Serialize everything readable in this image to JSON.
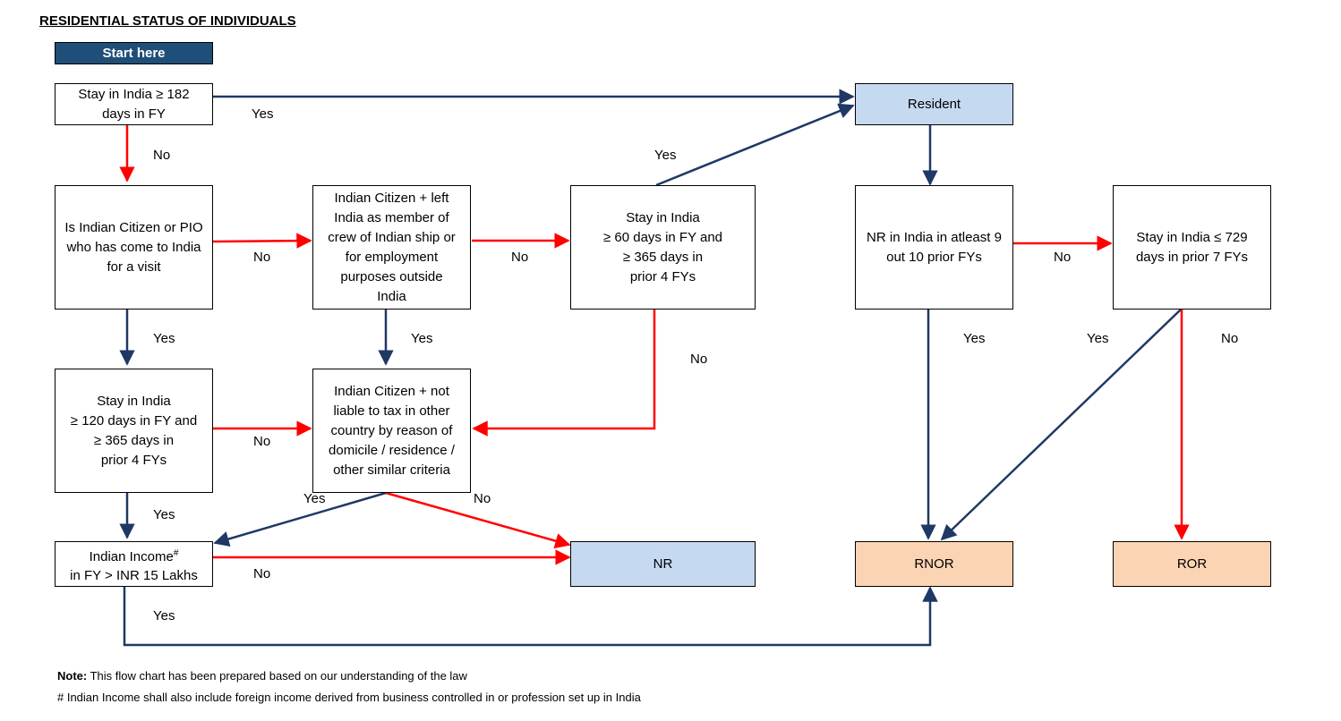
{
  "title": "RESIDENTIAL STATUS OF INDIVIDUALS",
  "start": "Start here",
  "nodes": {
    "stay182": "Stay in India ≥ 182\ndays in FY",
    "citizen_pio": "Is Indian Citizen or PIO\nwho has come to India\nfor a visit",
    "crew": "Indian Citizen + left\nIndia as member of\ncrew of Indian ship or\nfor employment\npurposes outside\nIndia",
    "stay60": "Stay in India\n≥ 60 days in FY and\n≥ 365 days in\nprior 4 FYs",
    "stay120": "Stay in India\n≥ 120 days in FY and\n≥ 365 days in\nprior 4 FYs",
    "not_liable": "Indian Citizen + not\nliable to tax in other\ncountry by reason of\ndomicile / residence /\nother similar criteria",
    "income_main": "Indian Income",
    "income_sup": "#",
    "income_rest": "in FY > INR 15 Lakhs",
    "resident": "Resident",
    "nr9": "NR in India in atleast 9\nout 10 prior FYs",
    "stay729": "Stay in India ≤ 729\ndays in prior 7 FYs",
    "nr": "NR",
    "rnor": "RNOR",
    "ror": "ROR"
  },
  "edge_labels": {
    "stay182_yes": "Yes",
    "stay182_no": "No",
    "pio_no": "No",
    "crew_no": "No",
    "stay60_yes": "Yes",
    "pio_yes": "Yes",
    "crew_yes": "Yes",
    "stay60_no": "No",
    "stay120_no": "No",
    "stay120_yes": "Yes",
    "liable_yes": "Yes",
    "liable_no": "No",
    "income_no": "No",
    "income_yes": "Yes",
    "nr9_no": "No",
    "nr9_yes": "Yes",
    "stay729_yes": "Yes",
    "stay729_no": "No"
  },
  "notes": {
    "note_label": "Note:",
    "note_text": " This flow chart has been prepared based on our understanding of the law",
    "footnote": "# Indian Income shall also include foreign income derived from business controlled in or profession set up in India"
  },
  "colors": {
    "yes_arrow": "#1f3864",
    "no_arrow": "#ff0000",
    "start_fill": "#1f4e79",
    "result_blue": "#c5d9f1",
    "result_peach": "#fbd4b4"
  }
}
